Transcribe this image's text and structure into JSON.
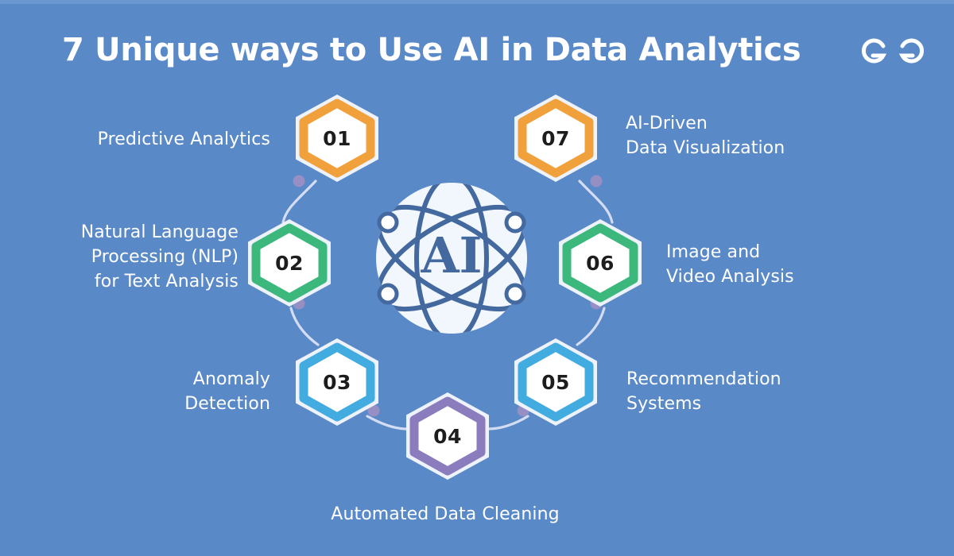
{
  "header": {
    "title": "7 Unique ways to Use AI in Data Analytics",
    "logo_name": "geeksforgeeks-logo"
  },
  "theme": {
    "background": "#5a89c8",
    "title_color": "#ffffff",
    "label_color": "#ffffff",
    "connector_color": "#dfe4f7",
    "connector_dot": "#9a8fc4",
    "orange": "#f0a13c",
    "green": "#3cb87c",
    "blue": "#42abe0",
    "purple": "#8a7cbd",
    "hex_fill": "#ffffff",
    "hex_halo": "#eef2fb",
    "number_color": "#1d1d1d",
    "ai_icon_face": "#f2f6fd",
    "ai_icon_stroke": "#43699f"
  },
  "center": {
    "icon_name": "ai-atom-icon",
    "label": "AI"
  },
  "steps": [
    {
      "number": "01",
      "label": "Predictive Analytics",
      "color": "#f0a13c",
      "color_name": "orange",
      "side": "left"
    },
    {
      "number": "02",
      "label": "Natural Language\nProcessing (NLP)\nfor Text Analysis",
      "color": "#3cb87c",
      "color_name": "green",
      "side": "left"
    },
    {
      "number": "03",
      "label": "Anomaly\nDetection",
      "color": "#42abe0",
      "color_name": "blue",
      "side": "left"
    },
    {
      "number": "04",
      "label": "Automated Data Cleaning",
      "color": "#8a7cbd",
      "color_name": "purple",
      "side": "bottom"
    },
    {
      "number": "05",
      "label": "Recommendation\nSystems",
      "color": "#42abe0",
      "color_name": "blue",
      "side": "right"
    },
    {
      "number": "06",
      "label": "Image and\nVideo Analysis",
      "color": "#3cb87c",
      "color_name": "green",
      "side": "right"
    },
    {
      "number": "07",
      "label": "AI-Driven\nData Visualization",
      "color": "#f0a13c",
      "color_name": "orange",
      "side": "right"
    }
  ]
}
